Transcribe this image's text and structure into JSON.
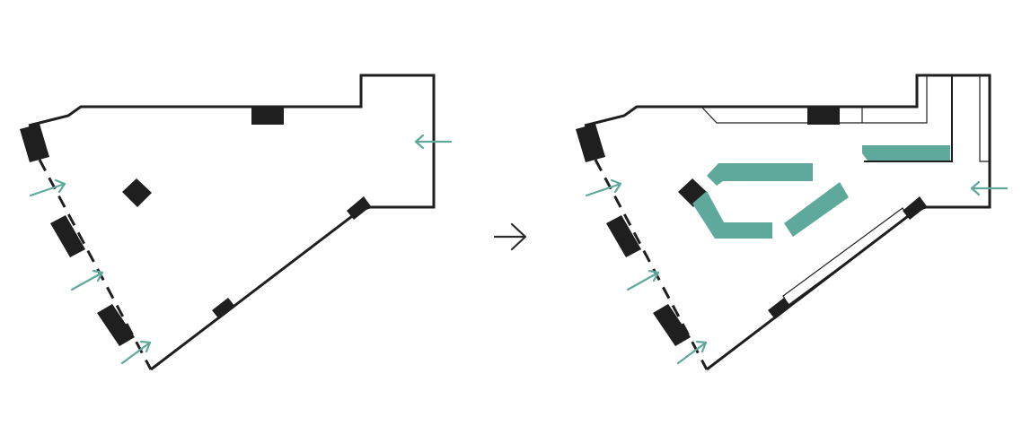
{
  "diagram": {
    "kind": "floor-plan-before-after",
    "colors": {
      "background": "#ffffff",
      "wall": "#1f1f1f",
      "accent": "#5fa89c",
      "transition_arrow": "#2b2b2b"
    },
    "panels": [
      {
        "id": "before",
        "entrance_arrows": 4,
        "structural_columns": 7,
        "new_fixtures": 0
      },
      {
        "id": "after",
        "entrance_arrows": 4,
        "structural_columns": 7,
        "new_fixtures": 4
      }
    ],
    "transition_icon": "arrow-right-icon",
    "entrance_icon": "entrance-arrow-icon"
  }
}
